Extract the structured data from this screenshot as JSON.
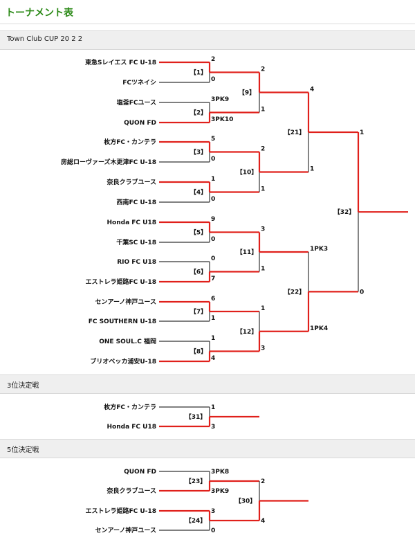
{
  "page_title": "トーナメント表",
  "sections": [
    {
      "header": "Town Club CUP 20 2 2"
    },
    {
      "header": "3位決定戦"
    },
    {
      "header": "5位決定戦"
    }
  ],
  "main": {
    "teams": [
      "東急Sレイエス FC U-18",
      "FCツネイシ",
      "塩釜FCユース",
      "QUON FD",
      "枚方FC・カンテラ",
      "房総ローヴァーズ木更津FC U-18",
      "奈良クラブユース",
      "西南FC U-18",
      "Honda FC U18",
      "千葉SC U-18",
      "RIO FC U18",
      "エストレラ姫路FC U-18",
      "センアーノ神戸ユース",
      "FC SOUTHERN U-18",
      "ONE SOUL.C 福岡",
      "ブリオベッカ浦安U-18"
    ],
    "r1_scores": [
      "2",
      "0",
      "3PK9",
      "3PK10",
      "5",
      "0",
      "1",
      "0",
      "9",
      "0",
      "0",
      "7",
      "6",
      "1",
      "1",
      "4"
    ],
    "r1_matches": [
      "【1】",
      "【2】",
      "【3】",
      "【4】",
      "【5】",
      "【6】",
      "【7】",
      "【8】"
    ],
    "r2_scores": [
      "2",
      "1",
      "2",
      "1",
      "3",
      "1",
      "1",
      "3"
    ],
    "r2_matches": [
      "【9】",
      "【10】",
      "【11】",
      "【12】"
    ],
    "r3_scores": [
      "4",
      "1",
      "1PK3",
      "1PK4"
    ],
    "r3_matches": [
      "【21】",
      "【22】"
    ],
    "final_scores": [
      "1",
      "0"
    ],
    "final_match": "【32】"
  },
  "third_place": {
    "teams": [
      "枚方FC・カンテラ",
      "Honda FC U18"
    ],
    "scores": [
      "1",
      "3"
    ],
    "match": "【31】"
  },
  "fifth_place": {
    "teams": [
      "QUON FD",
      "奈良クラブユース",
      "エストレラ姫路FC U-18",
      "センアーノ神戸ユース"
    ],
    "r1_scores": [
      "3PK8",
      "3PK9",
      "3",
      "0"
    ],
    "r1_matches": [
      "【23】",
      "【24】"
    ],
    "r2_scores": [
      "2",
      "4"
    ],
    "r2_match": "【30】"
  }
}
